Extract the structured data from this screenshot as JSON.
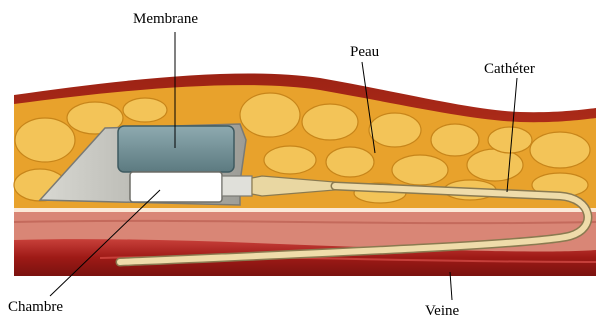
{
  "labels": {
    "membrane": "Membrane",
    "peau": "Peau",
    "catheter": "Cathéter",
    "chambre": "Chambre",
    "veine": "Veine"
  },
  "colors": {
    "skin_red": "#b82a1a",
    "skin_dark": "#8e1a12",
    "fat_yellow": "#e9a52c",
    "fat_light": "#f2c25a",
    "tissue_pink": "#d98a7a",
    "vein_red": "#a71c18",
    "chamber_gray": "#b8b8b0",
    "membrane_blue": "#6e8f95",
    "catheter_tan": "#ead6a0",
    "white": "#ffffff"
  }
}
